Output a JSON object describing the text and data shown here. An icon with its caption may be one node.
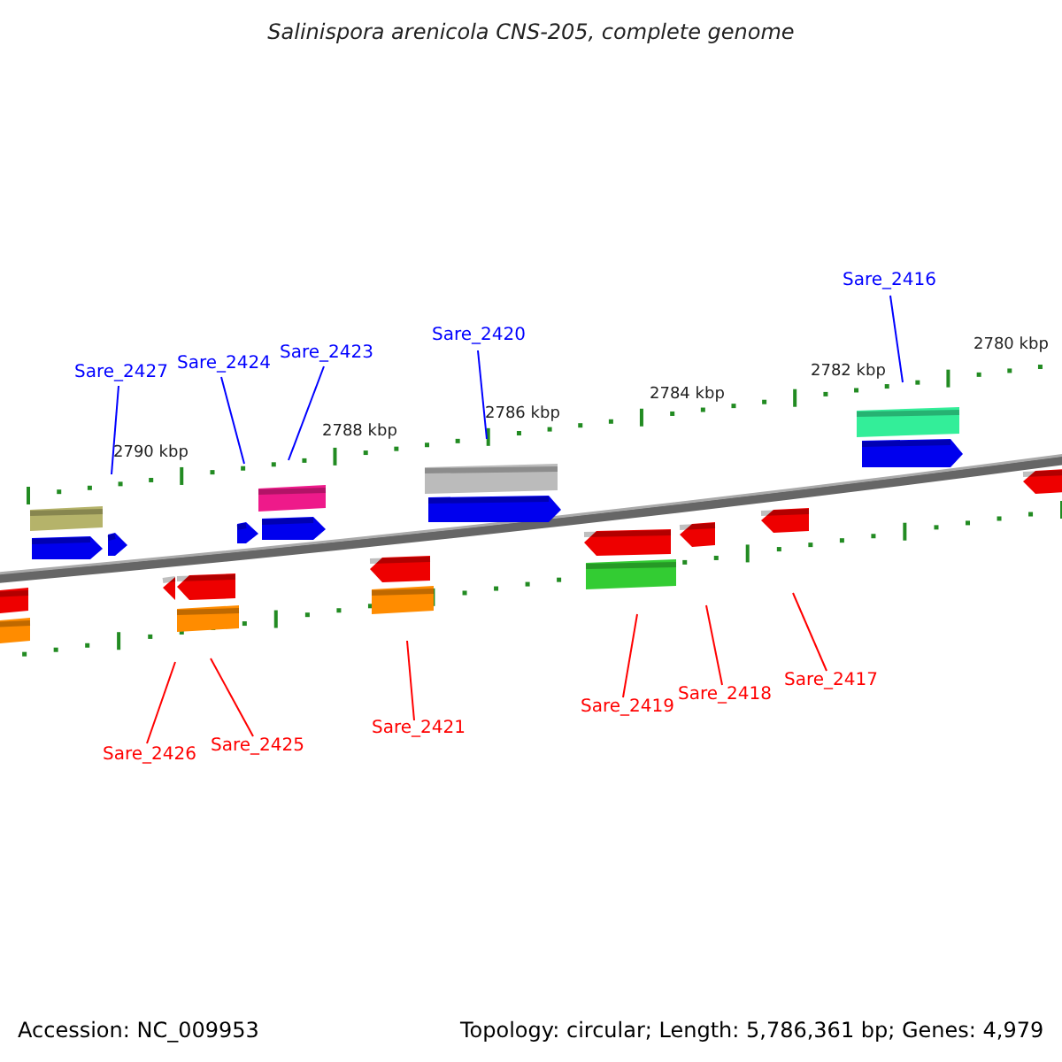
{
  "diagram": {
    "title": "Salinispora arenicola CNS-205, complete genome",
    "nodes": [
      {
        "text": [
          "Sare_2427"
        ]
      },
      {
        "text": [
          "Sare_2424"
        ]
      },
      {
        "text": [
          "Sare_2423"
        ]
      },
      {
        "text": [
          "Sare_2420"
        ]
      },
      {
        "text": [
          "Sare_2416"
        ]
      },
      {
        "text": [
          "Sare_2426"
        ]
      },
      {
        "text": [
          "Sare_2425"
        ]
      },
      {
        "text": [
          "Sare_2421"
        ]
      },
      {
        "text": [
          "Sare_2419"
        ]
      },
      {
        "text": [
          "Sare_2418"
        ]
      },
      {
        "text": [
          "Sare_2417"
        ]
      }
    ],
    "edges": [
      {
        "from": 0,
        "to": null,
        "arrow": "none",
        "color": "#0000ff"
      },
      {
        "from": 1,
        "to": null,
        "arrow": "none",
        "color": "#0000ff"
      },
      {
        "from": 2,
        "to": null,
        "arrow": "none",
        "color": "#0000ff"
      },
      {
        "from": 3,
        "to": null,
        "arrow": "none",
        "color": "#0000ff"
      },
      {
        "from": 4,
        "to": null,
        "arrow": "none",
        "color": "#0000ff"
      },
      {
        "from": 5,
        "to": null,
        "arrow": "none"
      },
      {
        "from": 6,
        "to": null,
        "arrow": "none"
      },
      {
        "from": 7,
        "to": null,
        "arrow": "none"
      },
      {
        "from": 8,
        "to": null,
        "arrow": "none"
      },
      {
        "from": 9,
        "to": null,
        "arrow": "none"
      },
      {
        "from": 10,
        "to": null,
        "arrow": "none"
      }
    ],
    "labels": [
      "2790 kbp",
      "2788 kbp",
      "2786 kbp",
      "2784 kbp",
      "2782 kbp",
      "2780 kbp",
      "Accession: NC_009953",
      "Topology: circular; Length: 5,786,361 bp; Genes: 4,979"
    ]
  }
}
